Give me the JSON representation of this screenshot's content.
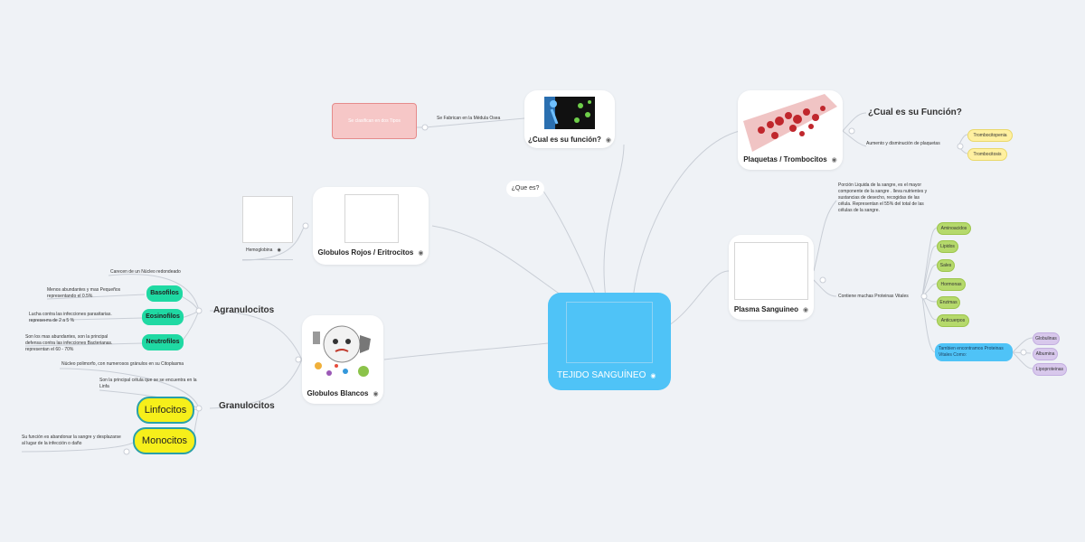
{
  "center": {
    "label": "TEJIDO SANGUÍNEO",
    "icon": "camera-icon"
  },
  "que_es": {
    "label": "¿Que es?"
  },
  "funcion_card": {
    "label": "¿Cual es su función?",
    "note": "Se Fabrican en la Médula Osea",
    "red_box": "Se clasifican en dos Tipos"
  },
  "rojos": {
    "label": "Globulos Rojos / Eritrocitos",
    "sub": "Hemoglobina"
  },
  "blancos": {
    "label": "Globulos Blancos"
  },
  "agran": {
    "heading": "Agranulocitos",
    "note": "Carecen de un Núcleo redondeado",
    "items": [
      {
        "label": "Basofilos",
        "desc": "Menos abundantes y mas Pequeños representando el 0.5%"
      },
      {
        "label": "Eosinofilos",
        "desc": "Lucha contra las infecciones parasitarias. represента de 2 a 5 %"
      },
      {
        "label": "Neutrofilos",
        "desc": "Son los mas abundantes, son la principal defensa contra las infecciones Bacterianas. representan el 60 - 70%"
      }
    ]
  },
  "gran": {
    "heading": "Granulocitos",
    "note": "Núcleo polimorfo, con numerosos gránulos en su Citoplasma",
    "items": [
      {
        "label": "Linfocitos",
        "desc": "Son la principal célula que se se encuentra en la Linfa"
      },
      {
        "label": "Monocitos",
        "desc": "Su función es abandonar la sangre y desplazarse al lugar de la infección o daño"
      }
    ]
  },
  "plaquetas": {
    "label": "Plaquetas / Trombocitos",
    "heading": "¿Cual es su Función?",
    "desc": "Aumento y disminución de plaquetas",
    "items": [
      "Trombocitopenia",
      "Trombocitosis"
    ]
  },
  "plasma": {
    "label": "Plasma Sanguineo",
    "desc": "Porción Liquida de la sangre, es el mayor componente de la sangre . lleva nutrientes y sustancias de desecho, recogidas de las célula. Representan el 55% del total de las células de la sangre.",
    "contiene": "Contiene muchas Proteinas Vitales",
    "items": [
      "Aminoacidos",
      "Lipidos",
      "Sales",
      "Hormonas",
      "Enzimas",
      "Anticuerpos"
    ],
    "blue": "Tambien encontramos Proteinas Vitales Como:",
    "proteins": [
      "Globulinas",
      "Albumina",
      "Lipoproteinas"
    ]
  },
  "colors": {
    "center": "#4fc3f7",
    "teal": "#1fd9a3",
    "yellow": "#f6ef1a",
    "green": "#b5d96b",
    "purple": "#d8c8ec",
    "red_box": "#f6c7c7"
  }
}
